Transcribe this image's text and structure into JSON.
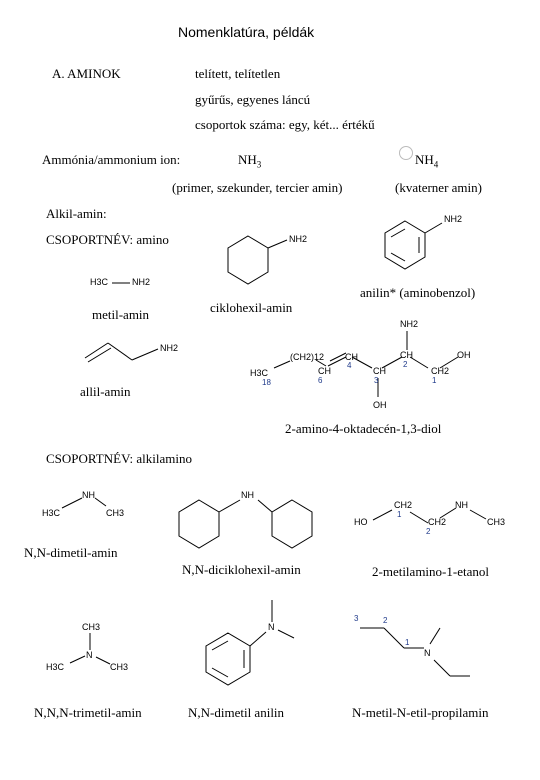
{
  "title": "Nomenklatúra, példák",
  "section_a": {
    "heading": "A. AMINOK",
    "bullets": [
      "telített, telítetlen",
      "gyűrűs, egyenes láncú",
      "csoportok száma: egy, két... értékű"
    ]
  },
  "ammonia": {
    "label": "Ammónia/ammonium ion:",
    "nh3": "NH",
    "nh3_sub": "3",
    "nh4": "NH",
    "nh4_sub": "4",
    "nh3_note": "(primer, szekunder, tercier amin)",
    "nh4_note": "(kvaterner amin)"
  },
  "alkyl_amine": {
    "heading": "Alkil-amin:",
    "group": "CSOPORTNÉV: amino"
  },
  "amino_examples": {
    "methylamine": {
      "name": "metil-amin",
      "h3c": "H3C",
      "nh2": "NH2"
    },
    "cyclohexylamine": {
      "name": "ciklohexil-amin",
      "nh2": "NH2"
    },
    "aniline": {
      "name": "anilin* (aminobenzol)",
      "nh2": "NH2"
    },
    "allylamine": {
      "name": "allil-amin",
      "nh2": "NH2"
    },
    "octadecenediol": {
      "name": "2-amino-4-oktadecén-1,3-diol",
      "nh2": "NH2",
      "oh_right": "OH",
      "oh_bottom": "OH",
      "h3c": "H3C",
      "ch2n": "(CH2)12",
      "ch_a": "CH",
      "ch_b": "CH",
      "ch_c": "CH",
      "ch_d": "CH",
      "ch2": "CH2",
      "numbers": [
        "18",
        "6",
        "4",
        "3",
        "2",
        "1"
      ]
    }
  },
  "alkylamino": {
    "group": "CSOPORTNÉV: alkilamino",
    "dimethylamine": {
      "name": "N,N-dimetil-amin",
      "h3c": "H3C",
      "nh": "NH",
      "ch3": "CH3"
    },
    "dicyclohexylamine": {
      "name": "N,N-diciklohexil-amin",
      "nh": "NH"
    },
    "methylaminoethanol": {
      "name": "2-metilamino-1-etanol",
      "ho": "HO",
      "ch2a": "CH2",
      "ch2b": "CH2",
      "nh": "NH",
      "ch3": "CH3",
      "num1": "1",
      "num2": "2"
    },
    "trimethylamine": {
      "name": "N,N,N-trimetil-amin",
      "ch3_top": "CH3",
      "n": "N",
      "h3c": "H3C",
      "ch3_right": "CH3"
    },
    "dimethylaniline": {
      "name": "N,N-dimetil anilin",
      "n": "N"
    },
    "methylethylpropylamine": {
      "name": "N-metil-N-etil-propilamin",
      "n": "N",
      "num3": "3",
      "num2": "2",
      "num1": "1"
    }
  }
}
